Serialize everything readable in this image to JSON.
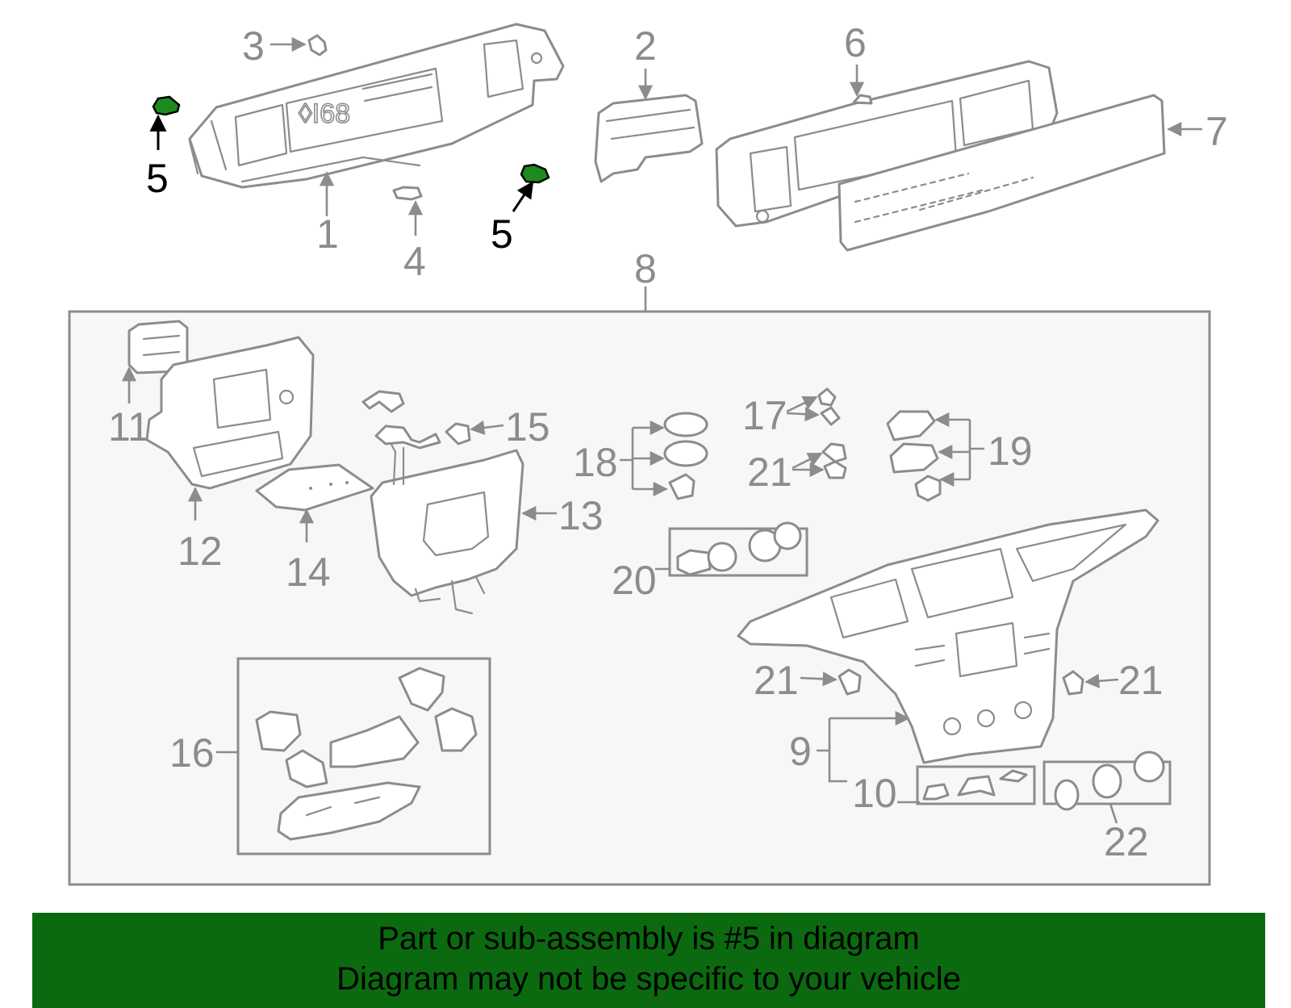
{
  "colors": {
    "line_art": "#8c8c8c",
    "highlight_part": "#1d8a1d",
    "highlight_callout": "#000000",
    "banner_background": "#0b6a0f",
    "panel_background": "#f7f7f7"
  },
  "callouts": {
    "c1": "1",
    "c2": "2",
    "c3": "3",
    "c4": "4",
    "c5a": "5",
    "c5b": "5",
    "c6": "6",
    "c7": "7",
    "c8": "8",
    "c9": "9",
    "c10": "10",
    "c11": "11",
    "c12": "12",
    "c13": "13",
    "c14": "14",
    "c15": "15",
    "c16": "16",
    "c17": "17",
    "c18": "18",
    "c19": "19",
    "c20": "20",
    "c21a": "21",
    "c21b": "21",
    "c21c": "21",
    "c22": "22"
  },
  "banner": {
    "line1": "Part or sub-assembly is #5 in diagram",
    "line2": "Diagram may not be specific to your vehicle"
  }
}
